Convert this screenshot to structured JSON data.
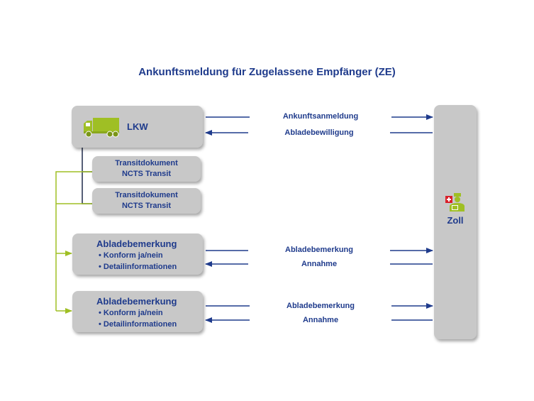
{
  "title": "Ankunftsmeldung  für Zugelassene  Empfänger (ZE)",
  "lkw": {
    "label": "LKW",
    "icon": "truck-icon"
  },
  "transit_docs": [
    {
      "line1": "Transitdokument",
      "line2": "NCTS Transit"
    },
    {
      "line1": "Transitdokument",
      "line2": "NCTS Transit"
    }
  ],
  "abladebemerkungen": [
    {
      "title": "Abladebemerkung",
      "items": [
        "• Konform ja/nein",
        "• Detailinformationen"
      ]
    },
    {
      "title": "Abladebemerkung",
      "items": [
        "• Konform ja/nein",
        "• Detailinformationen"
      ]
    }
  ],
  "zoll": {
    "label": "Zoll",
    "icon": "customs-officer-icon"
  },
  "arrows": {
    "ankunftsanmeldung": "Ankunftsanmeldung",
    "abladebewilligung": "Abladebewilligung",
    "abladebemerkung_1": "Abladebemerkung",
    "annahme_1": "Annahme",
    "abladebemerkung_2": "Abladebemerkung",
    "annahme_2": "Annahme"
  },
  "colors": {
    "text": "#1f3b8c",
    "box": "#c8c8c8",
    "accent": "#9fbf24",
    "line": "#1f3b8c"
  }
}
